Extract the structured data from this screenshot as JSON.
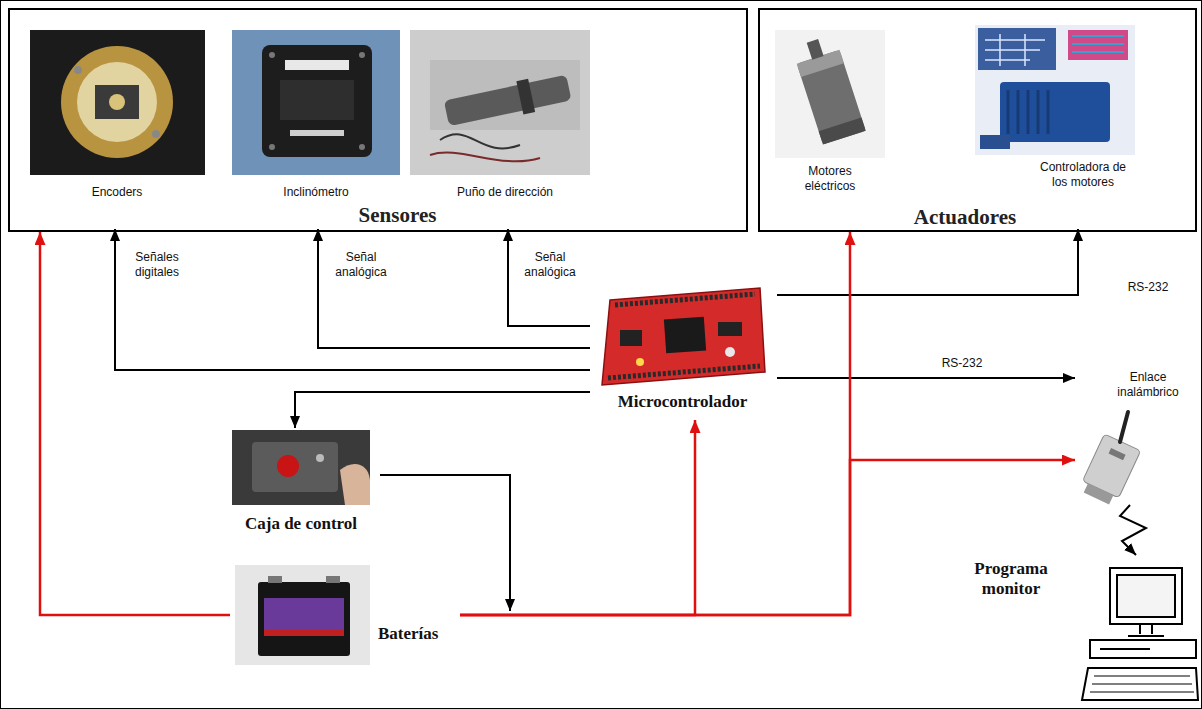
{
  "diagram": {
    "nodes": [
      {
        "text": [
          "Sensores"
        ]
      },
      {
        "text": [
          "Encoders"
        ],
        "in": 0
      },
      {
        "text": [
          "Inclinómetro"
        ],
        "in": 0
      },
      {
        "text": [
          "Puño de dirección"
        ],
        "in": 0
      },
      {
        "text": [
          "Actuadores"
        ]
      },
      {
        "text": [
          "Motores eléctricos"
        ],
        "in": 4
      },
      {
        "text": [
          "Controladora de los motores"
        ],
        "in": 4
      },
      {
        "text": [
          "Microcontrolador"
        ]
      },
      {
        "text": [
          "Caja de control"
        ]
      },
      {
        "text": [
          "Baterías"
        ]
      },
      {
        "text": [
          "Enlace inalámbrico"
        ]
      },
      {
        "text": [
          "Programa monitor"
        ]
      }
    ],
    "edges": [
      {
        "from": 7,
        "to": 1,
        "arrow": "to",
        "label": "Señales digitales"
      },
      {
        "from": 7,
        "to": 2,
        "arrow": "to",
        "label": "Señal analógica"
      },
      {
        "from": 7,
        "to": 3,
        "arrow": "to",
        "label": "Señal analógica"
      },
      {
        "from": 7,
        "to": 6,
        "arrow": "to",
        "label": "RS-232"
      },
      {
        "from": 7,
        "to": 10,
        "arrow": "to",
        "label": "RS-232"
      },
      {
        "from": 7,
        "to": 8,
        "arrow": "to"
      },
      {
        "from": 10,
        "to": 11,
        "arrow": "to"
      },
      {
        "from": 9,
        "to": 0,
        "arrow": "to"
      },
      {
        "from": 9,
        "to": 7,
        "arrow": "to"
      },
      {
        "from": 9,
        "to": 4,
        "arrow": "to"
      },
      {
        "from": 9,
        "to": 10,
        "arrow": "to"
      }
    ]
  }
}
